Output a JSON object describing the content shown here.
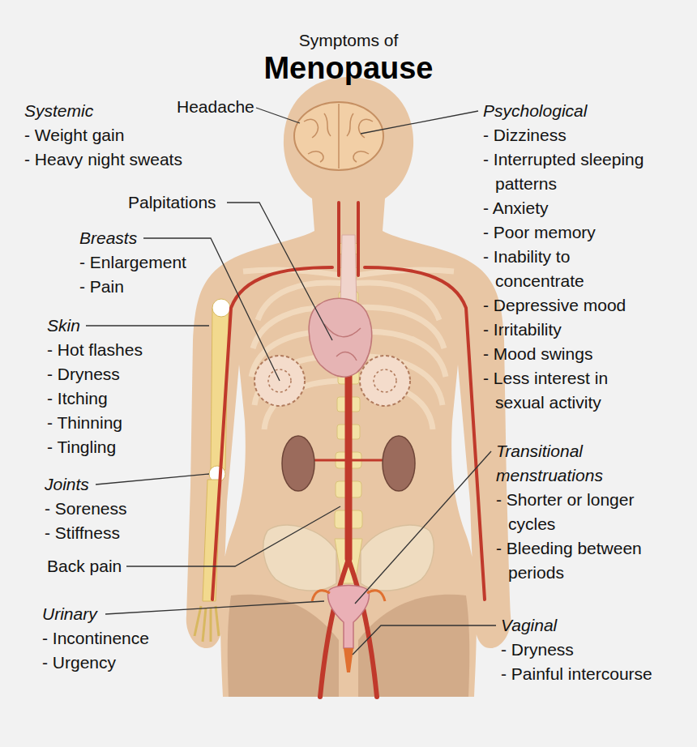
{
  "diagram": {
    "title": "Menopause",
    "labels": [
      "Symptoms of",
      "Systemic",
      "- Weight gain",
      "- Heavy night sweats",
      "Headache",
      "Psychological",
      "- Dizziness",
      "- Interrupted sleeping patterns",
      "- Anxiety",
      "- Poor memory",
      "- Inability to concentrate",
      "- Depressive mood",
      "- Irritability",
      "- Mood swings",
      "- Less interest in sexual activity",
      "Palpitations",
      "Breasts",
      "- Enlargement",
      "- Pain",
      "Skin",
      "- Hot flashes",
      "- Dryness",
      "- Itching",
      "- Thinning",
      "- Tingling",
      "Joints",
      "- Soreness",
      "- Stiffness",
      "Transitional menstruations",
      "- Shorter or longer cycles",
      "- Bleeding between periods",
      "Back pain",
      "Urinary",
      "- Incontinence",
      "- Urgency",
      "Vaginal",
      "- Dryness",
      "- Painful intercourse"
    ]
  }
}
